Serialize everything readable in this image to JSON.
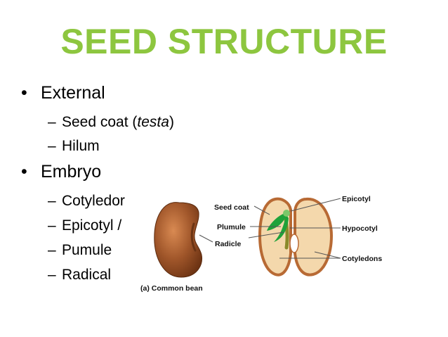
{
  "slide": {
    "title": "SEED STRUCTURE",
    "bullets": [
      {
        "text": "External",
        "sub": [
          {
            "pre": "Seed coat (",
            "em": "testa",
            "post": ")"
          },
          {
            "pre": "Hilum",
            "em": "",
            "post": ""
          }
        ]
      },
      {
        "text": "Embryo",
        "sub": [
          {
            "pre": "Cotyledor",
            "em": "",
            "post": ""
          },
          {
            "pre": "Epicotyl /",
            "em": "",
            "post": ""
          },
          {
            "pre": "Pumule",
            "em": "",
            "post": ""
          },
          {
            "pre": "Radical",
            "em": "",
            "post": ""
          }
        ]
      }
    ],
    "bullet_glyph": "•",
    "dash_glyph": "–"
  },
  "figure": {
    "caption": "(a) Common bean",
    "labels": {
      "seed_coat": "Seed coat",
      "plumule": "Plumule",
      "radicle": "Radicle",
      "epicotyl": "Epicotyl",
      "hypocotyl": "Hypocotyl",
      "cotyledons": "Cotyledons"
    }
  },
  "colors": {
    "title": "#8dc63f",
    "bean": "#a0562a",
    "cotyledon_fill": "#f4d8ac",
    "seed_coat": "#b86a34",
    "plumule": "#1fa23a",
    "hypocotyl": "#8a8a2a"
  }
}
